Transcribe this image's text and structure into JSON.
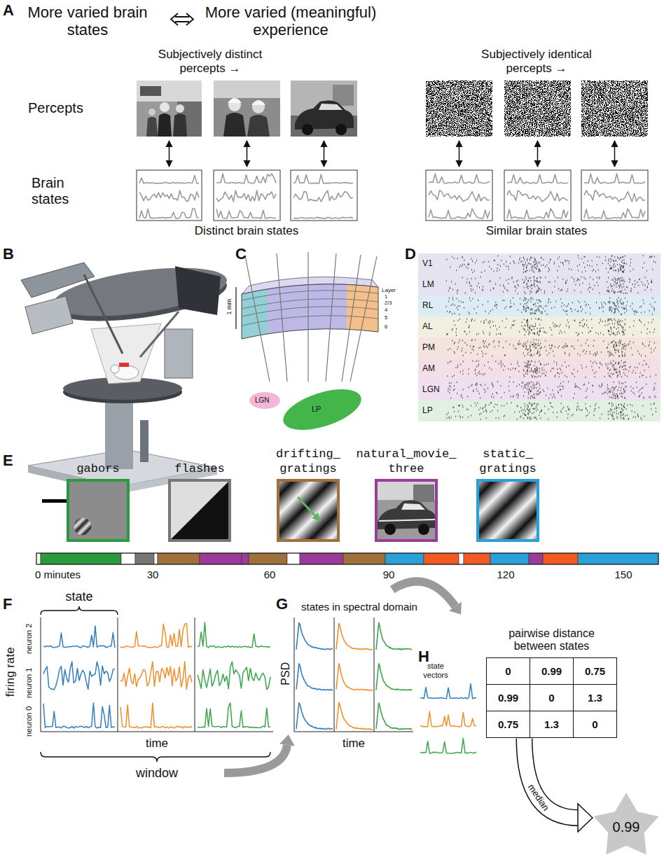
{
  "diagram": {
    "nodes": [
      {
        "text": [
          "V1"
        ]
      },
      {
        "text": [
          "LM"
        ]
      },
      {
        "text": [
          "RL"
        ]
      },
      {
        "text": [
          "AL"
        ]
      },
      {
        "text": [
          "PM"
        ]
      },
      {
        "text": [
          "AM"
        ]
      },
      {
        "text": [
          "LGN"
        ]
      },
      {
        "text": [
          "LP"
        ]
      },
      {
        "text": [
          "gabors"
        ]
      },
      {
        "text": [
          "flashes"
        ]
      },
      {
        "text": [
          "drifting_ gratings"
        ]
      },
      {
        "text": [
          "natural_movie_ three"
        ]
      },
      {
        "text": [
          "static_ gratings"
        ]
      },
      {
        "text": [
          "pairwise distance between states",
          "0",
          "0.99",
          "0.75",
          "0.99",
          "0",
          "1.3",
          "0.75",
          "1.3",
          "0"
        ]
      },
      {
        "text": [
          "0.99"
        ]
      }
    ],
    "edges": [
      {
        "from": 13,
        "to": 14,
        "label": "median",
        "arrow": "to"
      }
    ],
    "labels": [
      "A",
      "More varied brain states",
      "More varied (meaningful) experience",
      "Subjectively distinct percepts →",
      "Subjectively identical percepts →",
      "Percepts",
      "Brain states",
      "Distinct brain states",
      "Similar brain states",
      "B",
      "C",
      "1 mm",
      "Layer",
      "1",
      "2/3",
      "4",
      "5",
      "6",
      "LGN",
      "LP",
      "D",
      "E",
      "0 minutes",
      "30",
      "60",
      "90",
      "120",
      "150",
      "F",
      "state",
      "firing rate",
      "neuron 2",
      "neuron 1",
      "neuron 0",
      "time",
      "window",
      "G",
      "states in spectral domain",
      "PSD",
      "time",
      "H",
      "state vectors"
    ]
  }
}
